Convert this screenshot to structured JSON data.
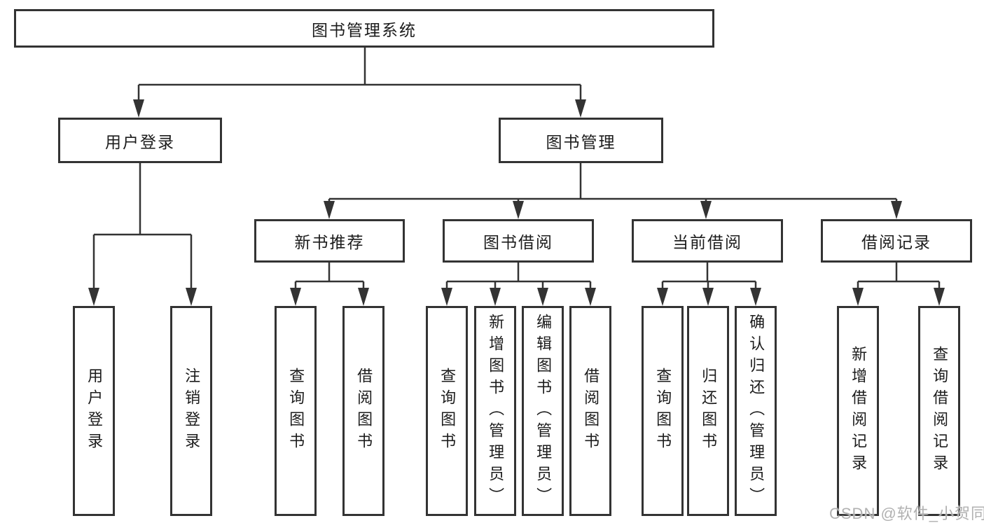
{
  "tree": {
    "label": "图书管理系统",
    "children": [
      {
        "label": "用户登录",
        "children": [
          {
            "label": "用户登录"
          },
          {
            "label": "注销登录"
          }
        ]
      },
      {
        "label": "图书管理",
        "children": [
          {
            "label": "新书推荐",
            "children": [
              {
                "label": "查询图书"
              },
              {
                "label": "借阅图书"
              }
            ]
          },
          {
            "label": "图书借阅",
            "children": [
              {
                "label": "查询图书"
              },
              {
                "label": "新增图书（管理员）"
              },
              {
                "label": "编辑图书（管理员）"
              },
              {
                "label": "借阅图书"
              }
            ]
          },
          {
            "label": "当前借阅",
            "children": [
              {
                "label": "查询图书"
              },
              {
                "label": "归还图书"
              },
              {
                "label": "确认归还（管理员）"
              }
            ]
          },
          {
            "label": "借阅记录",
            "children": [
              {
                "label": "新增借阅记录"
              },
              {
                "label": "查询借阅记录"
              }
            ]
          }
        ]
      }
    ]
  },
  "watermark": {
    "text": "CSDN @软件_小贺同学"
  },
  "colors": {
    "line": "#333333",
    "text": "#1c1c1c",
    "watermark": "#adadad",
    "background": "#ffffff"
  }
}
